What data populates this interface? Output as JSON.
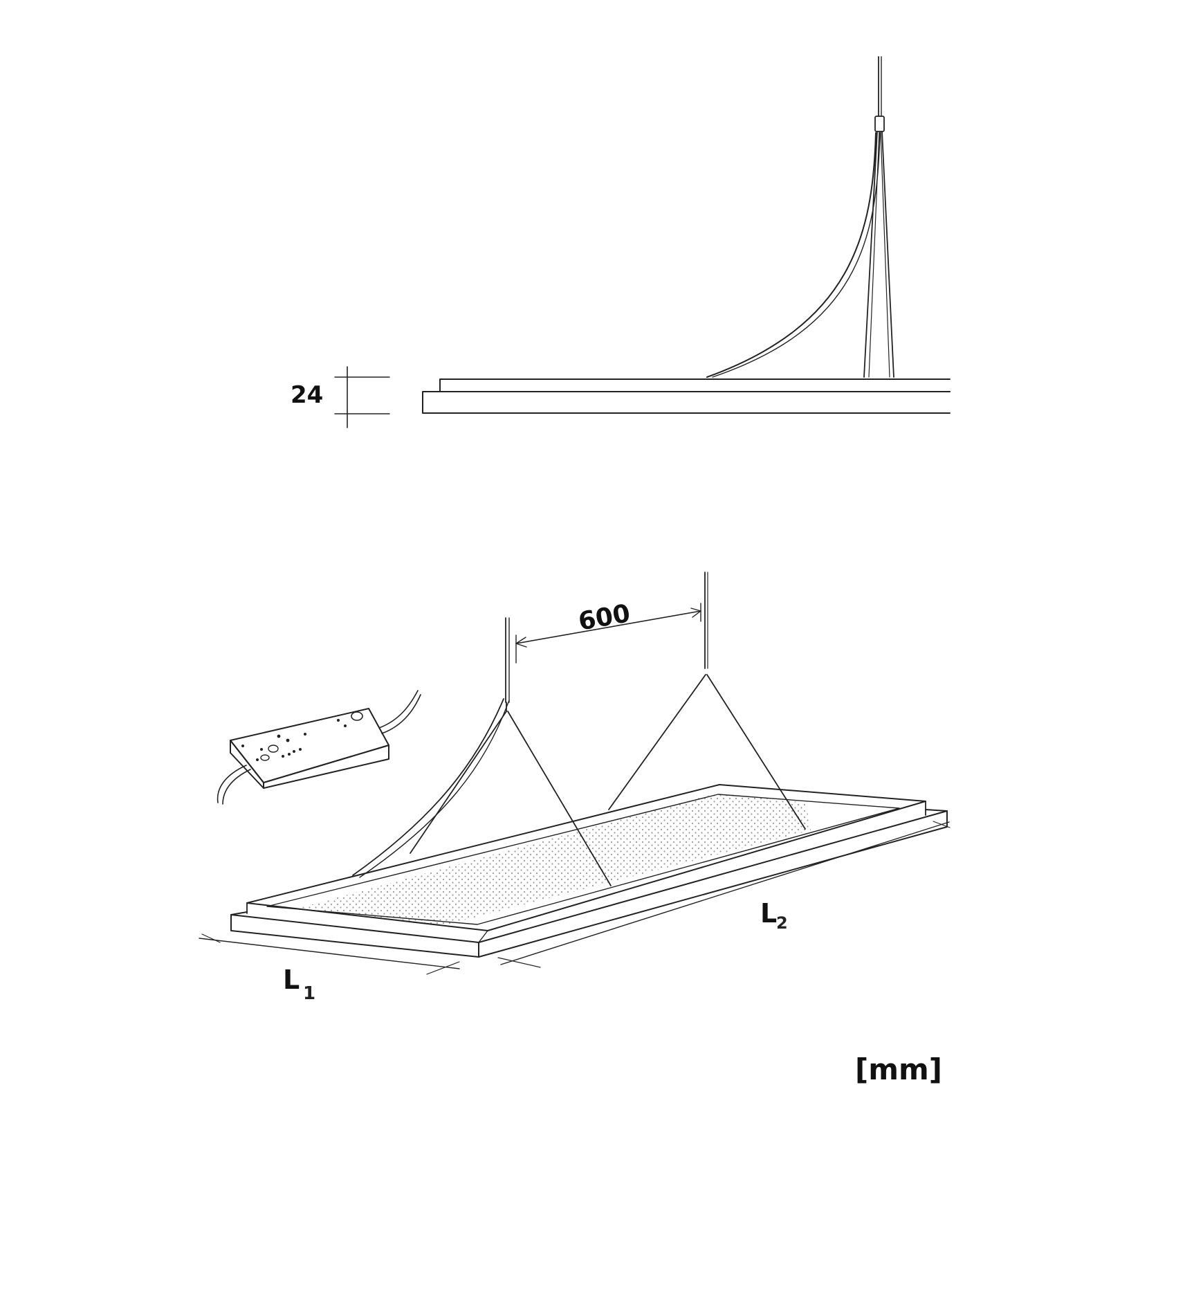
{
  "side_view": {
    "height_label": "24"
  },
  "perspective_view": {
    "suspension_spacing_label": "600",
    "length_1": {
      "letter": "L",
      "subscript": "1"
    },
    "length_2": {
      "letter": "L",
      "subscript": "2"
    }
  },
  "units_label": "[mm]",
  "colors": {
    "line": "#222222",
    "text": "#111111",
    "diffuser_dots": "#9a9a9a",
    "background": "#ffffff"
  }
}
